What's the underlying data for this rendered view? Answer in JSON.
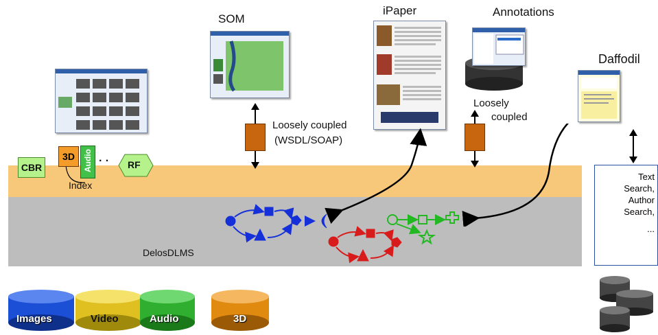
{
  "labels": {
    "som": "SOM",
    "ipaper": "iPaper",
    "annotations": "Annotations",
    "daffodil": "Daffodil",
    "loosely_wsdl_line1": "Loosely coupled",
    "loosely_wsdl_line2": "(WSDL/SOAP)",
    "loosely_line1": "Loosely",
    "loosely_line2": "coupled",
    "index": "Index",
    "delos": "DelosDLMS",
    "cbr": "CBR",
    "three_d": "3D",
    "audio_vertical": "Audio",
    "rf": "RF",
    "dots": "· ·"
  },
  "text_panel": [
    "Text",
    "Search,",
    "Author",
    "Search,",
    "..."
  ],
  "databases": [
    {
      "label": "Images",
      "color": "#1a4fd6"
    },
    {
      "label": "Video",
      "color": "#e0c020"
    },
    {
      "label": "Audio",
      "color": "#2fae2f"
    },
    {
      "label": "3D",
      "color": "#e08a10"
    }
  ],
  "colors": {
    "orange_band": "#f7c77a",
    "gray_band": "#bdbdbd",
    "connector": "#c8650f",
    "workflow_blue": "#1530d8",
    "workflow_red": "#d81c1c",
    "workflow_green": "#22b822",
    "green_box": "#b6f28c"
  }
}
